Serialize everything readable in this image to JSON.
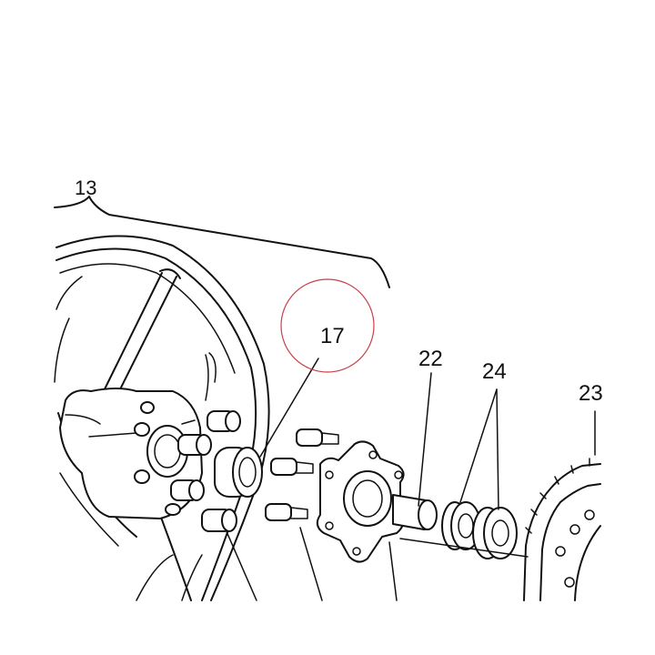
{
  "diagram": {
    "callouts": [
      {
        "id": "13",
        "text": "13"
      },
      {
        "id": "17",
        "text": "17"
      },
      {
        "id": "22",
        "text": "22"
      },
      {
        "id": "24",
        "text": "24"
      },
      {
        "id": "23",
        "text": "23"
      }
    ],
    "highlight_color": "#c8404a",
    "ink_color": "#111111"
  }
}
